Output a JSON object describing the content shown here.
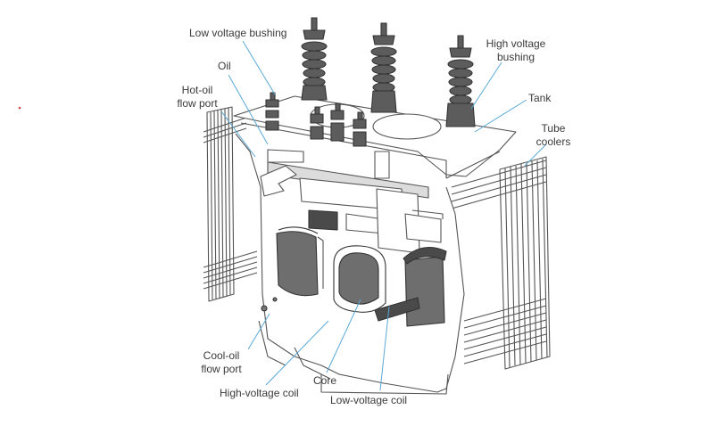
{
  "labels": {
    "low_voltage_bushing": "Low voltage bushing",
    "oil": "Oil",
    "hot_oil_flow_port": "Hot-oil\nflow port",
    "high_voltage_bushing": "High voltage\nbushing",
    "tank": "Tank",
    "tube_coolers": "Tube\ncoolers",
    "cool_oil_flow_port": "Cool-oil\nflow port",
    "high_voltage_coil": "High-voltage coil",
    "core": "Core",
    "low_voltage_coil": "Low-voltage coil"
  },
  "colors": {
    "leader": "#5aa9d6",
    "outline": "#555555",
    "component": "#6e6e6e",
    "dark_component": "#4a4a4a",
    "label_text": "#3a3a3a"
  }
}
